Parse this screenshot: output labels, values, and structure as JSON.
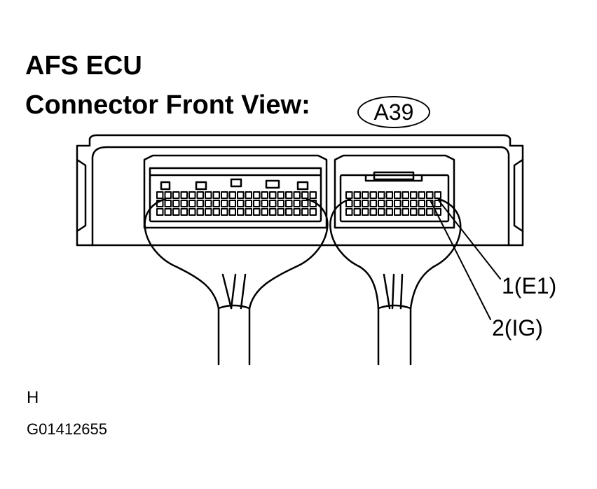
{
  "title": "AFS ECU",
  "subtitle": "Connector Front View:",
  "connector_code": "A39",
  "pins": [
    {
      "label": "1(E1)"
    },
    {
      "label": "2(IG)"
    }
  ],
  "view_code": "H",
  "figure_id": "G01412655"
}
